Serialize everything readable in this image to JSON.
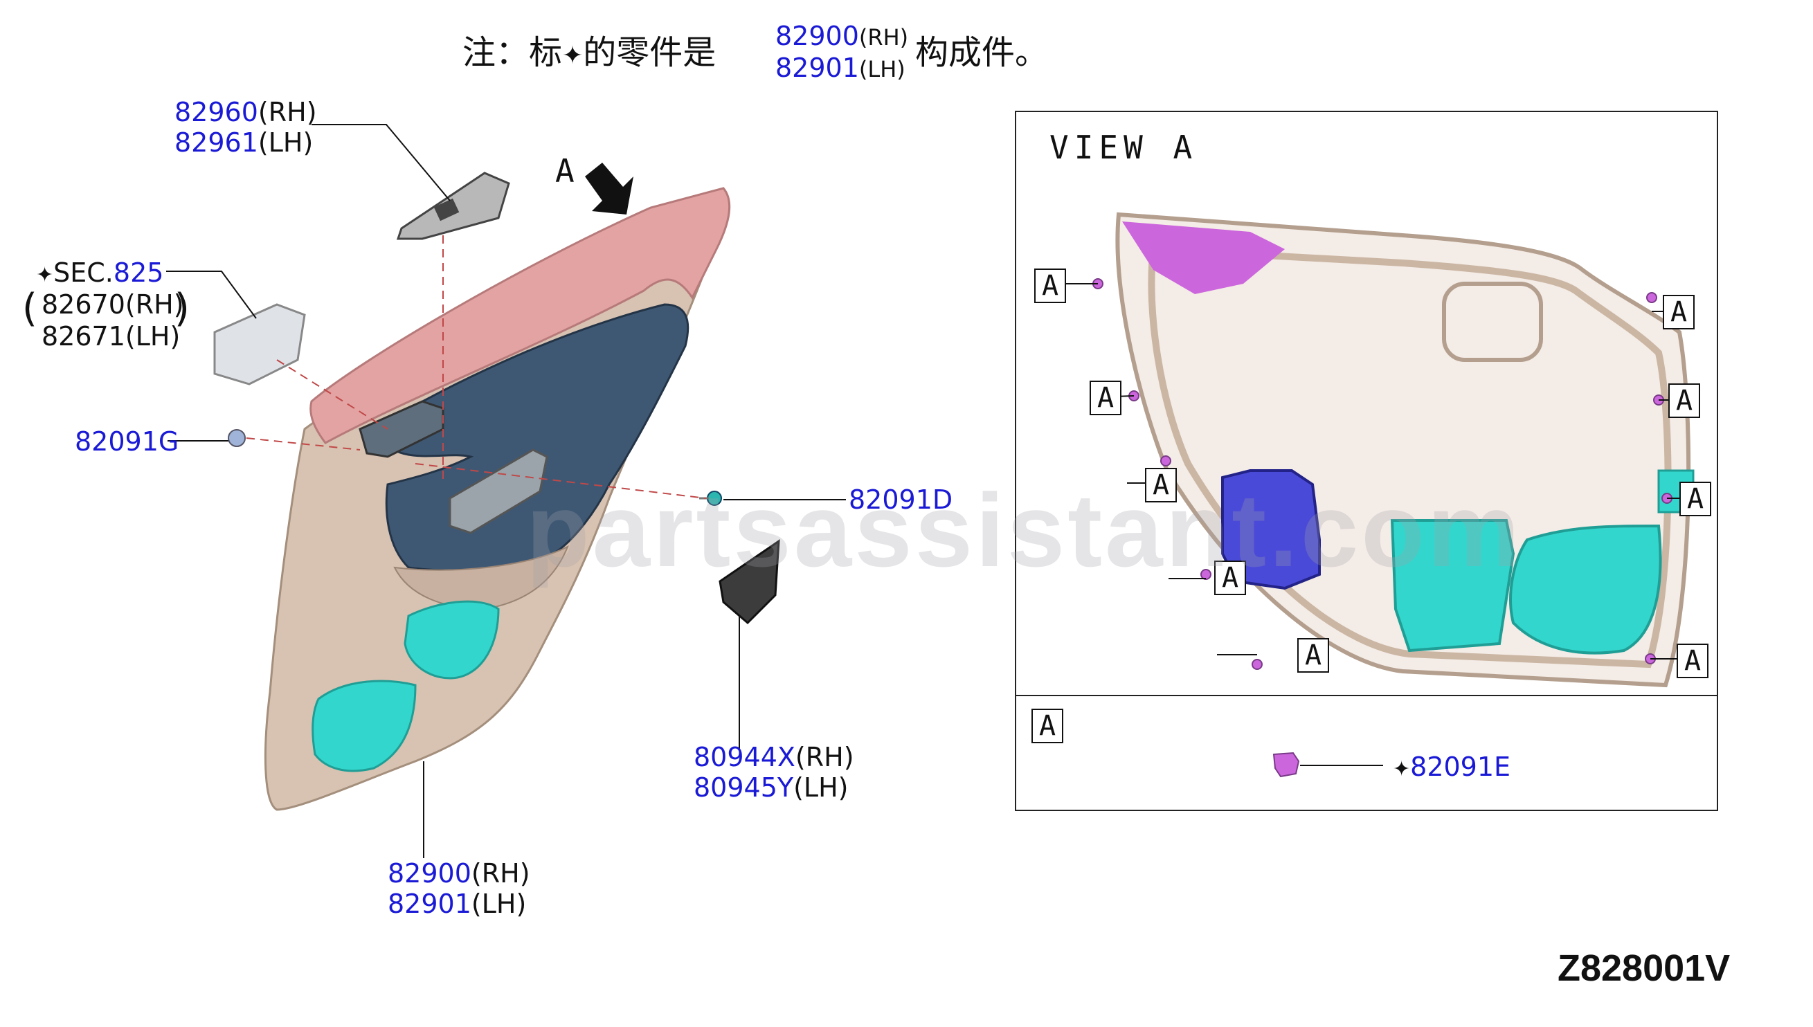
{
  "note": {
    "prefix": "注：标",
    "star": "✦",
    "middle": "的零件是",
    "pn_rh": "82900",
    "sfx_rh": "(RH)",
    "pn_lh": "82901",
    "sfx_lh": "(LH)",
    "suffix": "构成件。"
  },
  "callouts": {
    "switch_bezel": {
      "pn_rh": "82960",
      "sfx_rh": "(RH)",
      "pn_lh": "82961",
      "sfx_lh": "(LH)"
    },
    "sec825": {
      "star": "✦",
      "sec": "SEC.",
      "sec_num": "825",
      "pn_rh": "82670",
      "sfx_rh": "(RH)",
      "pn_lh": "82671",
      "sfx_lh": "(LH)"
    },
    "clip_g": {
      "pn": "82091G"
    },
    "clip_d": {
      "pn": "82091D"
    },
    "bracket": {
      "pn_rh": "80944X",
      "sfx_rh": "(RH)",
      "pn_lh": "80945Y",
      "sfx_lh": "(LH)"
    },
    "door_trim": {
      "pn_rh": "82900",
      "sfx_rh": "(RH)",
      "pn_lh": "82901",
      "sfx_lh": "(LH)"
    }
  },
  "arrow_label": "A",
  "view": {
    "title": "VIEW A",
    "marker": "A",
    "legend_marker": "A",
    "legend_star": "✦",
    "legend_pn": "82091E"
  },
  "watermark": "partsassistant.com",
  "diagram_code": "Z828001V",
  "colors": {
    "part_number": "#1a1ad6",
    "trim_pink": "#e3a3a3",
    "trim_tan": "#cdb4a0",
    "armrest_blue": "#3e5874",
    "speaker_cyan": "#33d6cc",
    "clip_magenta": "#cc66dd",
    "module_blue": "#4a4ad8"
  }
}
